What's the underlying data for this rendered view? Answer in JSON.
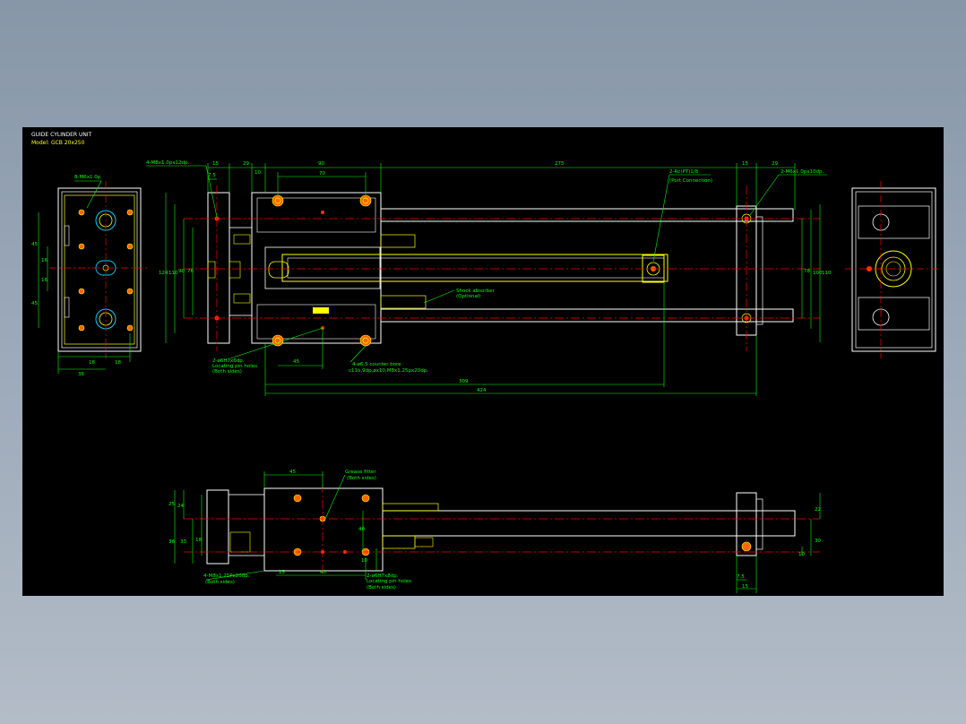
{
  "title_block": {
    "title": "GUIDE CYLINDER UNIT",
    "model": "Model: GCB 20x250"
  },
  "dims": {
    "d15": "15",
    "d29": "29",
    "d10": "10",
    "d90": "90",
    "d70": "70",
    "d275": "275",
    "d15b": "15",
    "d29b": "29",
    "d7_5": "7.5",
    "d124": "124",
    "d110": "110",
    "d90v": "90",
    "d76": "76",
    "d78": "78",
    "d100": "100",
    "d110r": "110",
    "d309": "309",
    "d424": "424",
    "d45a": "45",
    "d45l": "45",
    "d18a": "18",
    "d18b": "18",
    "d45l2": "45",
    "d36": "36",
    "d16a": "16",
    "d16b": "16",
    "b45": "45",
    "b25": "25",
    "b24": "24",
    "b36": "36",
    "b33": "33",
    "b18": "18",
    "b40": "40",
    "b25b": "25",
    "b40b": "40",
    "b10": "10",
    "b22": "22",
    "b30": "30",
    "b10b": "10",
    "b7_5": "7.5",
    "b15": "15"
  },
  "notes": {
    "m6": "8-M6x1.0p",
    "m8_top": "4-M8x1.0px12dp.",
    "port": "2-Rc(PT)1/8",
    "port_sub": "(Port Connection)",
    "m6_right": "2-M6x1.0px10dp.",
    "loc_top": "2-ø6H7x6dp.",
    "loc_top_sub": "Locating pin holes",
    "loc_top_sub2": "(Both sides)",
    "dowel": "4-ø6.5 counter bore",
    "dowel_sub": "c11ó,9dp,øx10,M8x1.25px20dp.",
    "shock": "Shock absorber",
    "shock_sub": "(Optional)",
    "grease": "Grease fitter",
    "grease_sub": "(Both sides)",
    "m8_bot": "4-M8x1.25Px20dp.",
    "m8_bot_sub": "(Both sides)",
    "loc_bot": "2-ø6H7x8dp.",
    "loc_bot_sub": "Locating pin holes",
    "loc_bot_sub2": "(Both sides)"
  },
  "colors": {
    "sheet": "#000000",
    "outline": "#ffffff",
    "dimension": "#00ff00",
    "accent": "#ffff00",
    "centerline": "#ff0000",
    "hole": "#ff3300",
    "bore": "#00ccff"
  }
}
